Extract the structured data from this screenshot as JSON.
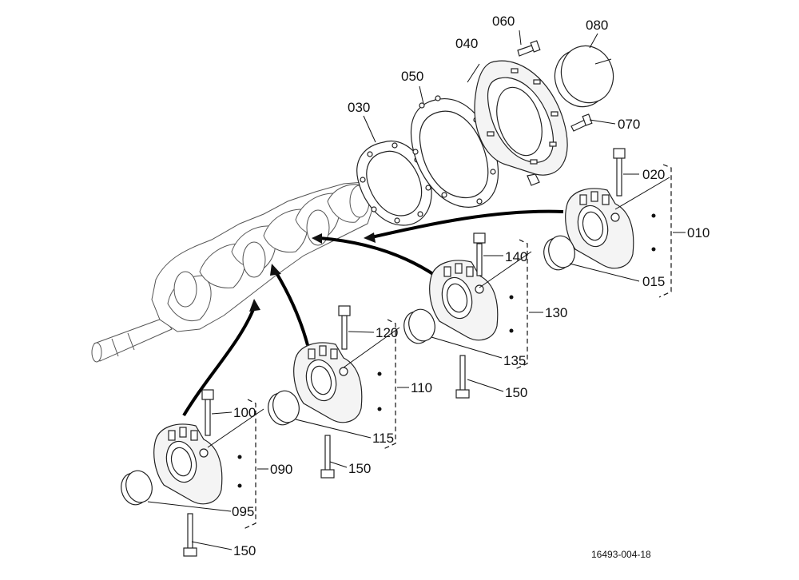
{
  "diagram": {
    "labels": {
      "l010": "010",
      "l015": "015",
      "l020": "020",
      "l030": "030",
      "l040": "040",
      "l050": "050",
      "l060": "060",
      "l070": "070",
      "l080": "080",
      "l090": "090",
      "l095": "095",
      "l100": "100",
      "l110": "110",
      "l115": "115",
      "l120": "120",
      "l130": "130",
      "l135": "135",
      "l140": "140",
      "l150a": "150",
      "l150b": "150",
      "l150c": "150"
    },
    "figure_number": "16493-004-18"
  }
}
